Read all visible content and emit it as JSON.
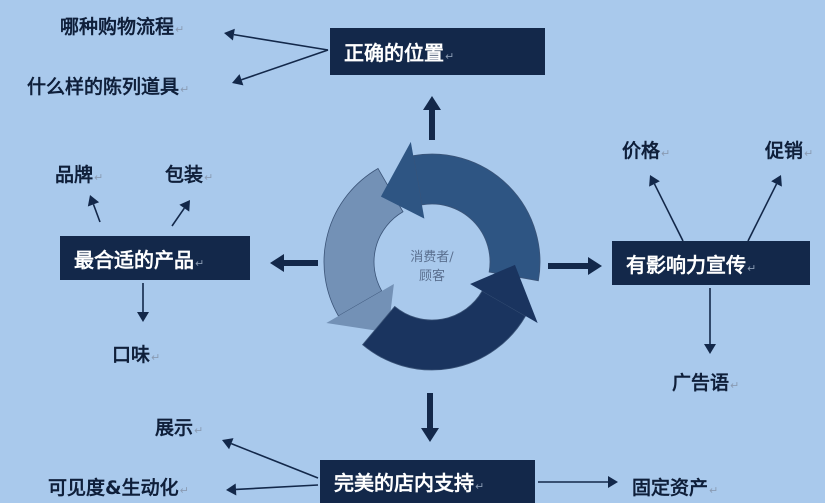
{
  "center": {
    "line1": "消费者/",
    "line2": "顾客"
  },
  "boxes": {
    "right_place": "正确的位置",
    "right_product": "最合适的产品",
    "promotion": "有影响力宣传",
    "store_support": "完美的店内支持"
  },
  "labels": {
    "shopping_process": "哪种购物流程",
    "display_props": "什么样的陈列道具",
    "brand": "品牌",
    "packaging": "包装",
    "taste": "口味",
    "price": "价格",
    "sales_promo": "促销",
    "slogan": "广告语",
    "display": "展示",
    "visibility": "可见度&生动化",
    "fixed_assets": "固定资产"
  },
  "colors": {
    "background": "#a9c9ec",
    "box": "#13284a",
    "ring_light": "#7391b6",
    "ring_mid": "#2e5583",
    "ring_dark": "#1a345f"
  }
}
